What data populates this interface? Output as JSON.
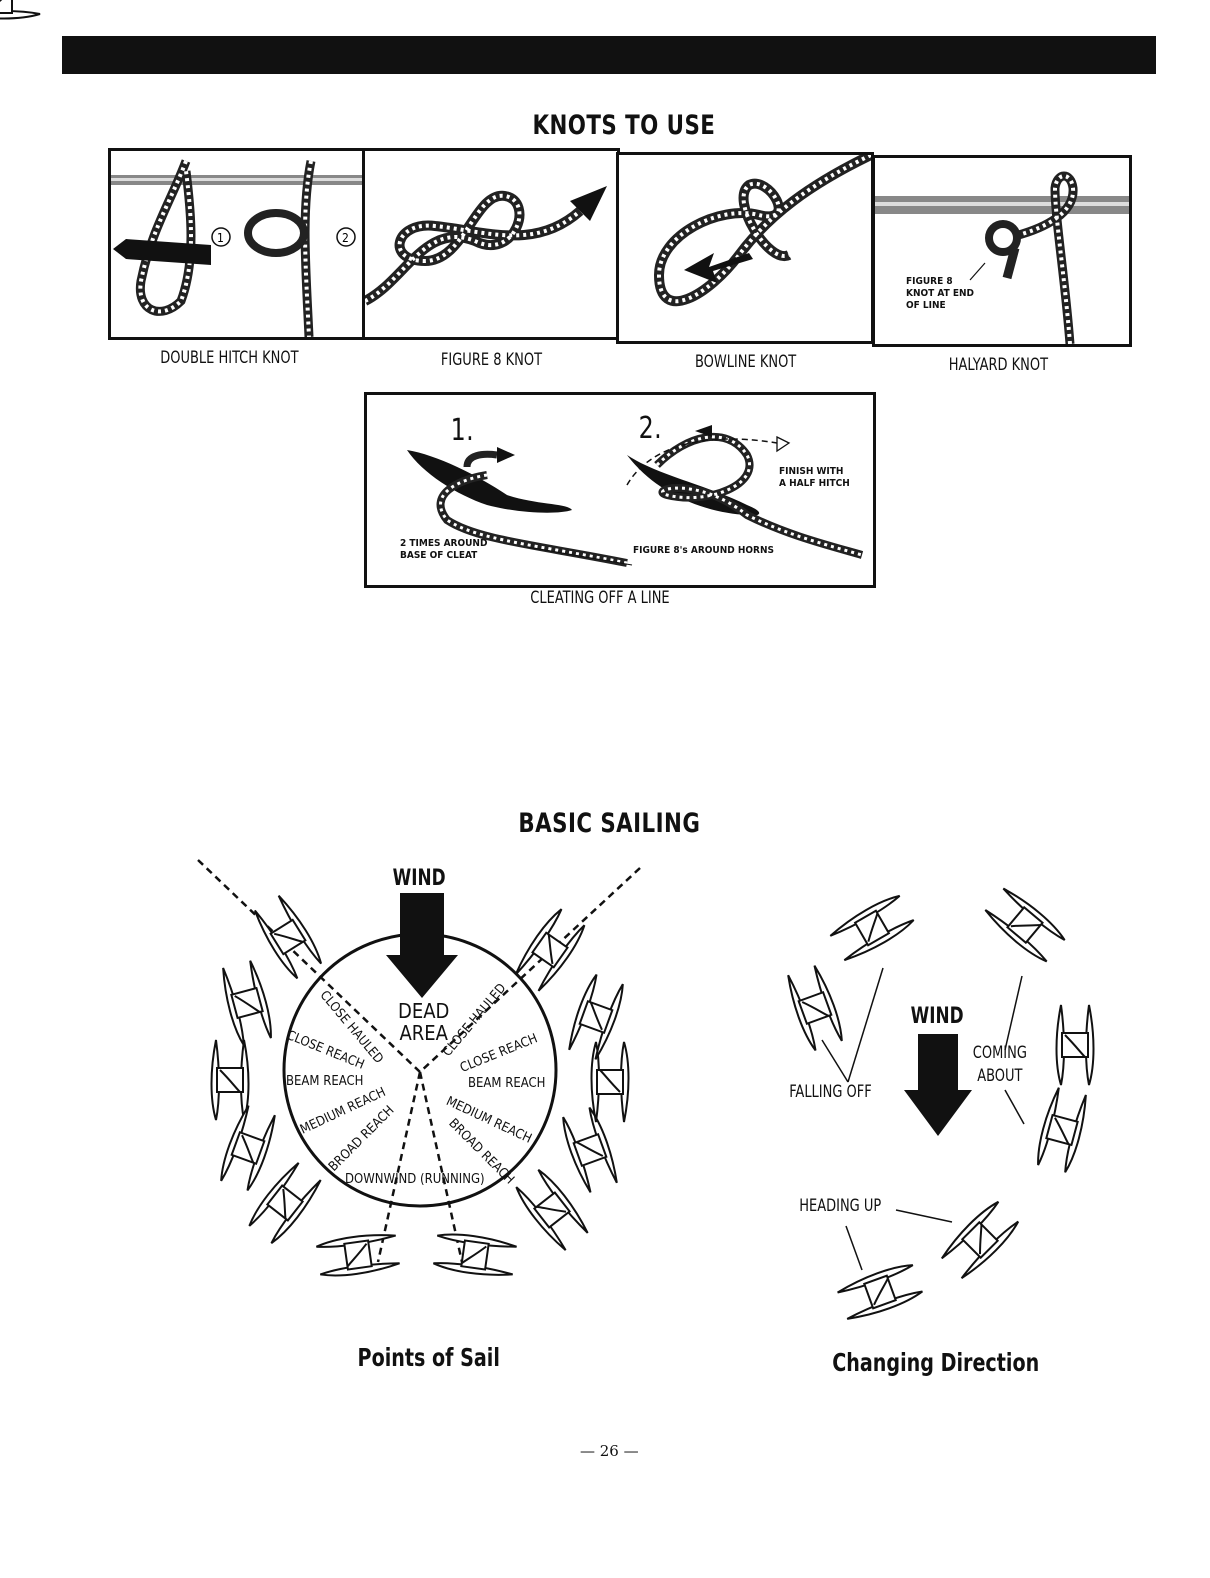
{
  "knots": {
    "title": "KNOTS TO USE",
    "panels": [
      {
        "caption": "DOUBLE HITCH KNOT",
        "step_marks": [
          "1",
          "2"
        ]
      },
      {
        "caption": "FIGURE 8 KNOT"
      },
      {
        "caption": "BOWLINE KNOT"
      },
      {
        "caption": "HALYARD KNOT",
        "callout": "FIGURE 8\nKNOT AT END\nOF LINE"
      }
    ],
    "cleat": {
      "caption": "CLEATING OFF A LINE",
      "step1": "1.",
      "step2": "2.",
      "note1": "2 TIMES AROUND\nBASE OF CLEAT",
      "note2": "FIGURE 8's AROUND HORNS",
      "note3": "FINISH WITH\nA HALF HITCH"
    }
  },
  "sailing": {
    "title": "BASIC SAILING",
    "points": {
      "caption": "Points of Sail",
      "wind": "WIND",
      "dead_area": "DEAD\nAREA",
      "labels": {
        "close_hauled_left": "CLOSE HAULED",
        "close_hauled_right": "CLOSE HAULED",
        "close_reach_left": "CLOSE REACH",
        "close_reach_right": "CLOSE REACH",
        "beam_reach_left": "BEAM REACH",
        "beam_reach_right": "BEAM REACH",
        "medium_reach_left": "MEDIUM REACH",
        "medium_reach_right": "MEDIUM REACH",
        "broad_reach_left": "BROAD REACH",
        "broad_reach_right": "BROAD REACH",
        "downwind": "DOWNWIND (RUNNING)"
      }
    },
    "changing": {
      "caption": "Changing Direction",
      "wind": "WIND",
      "falling_off": "FALLING OFF",
      "coming_about": "COMING\nABOUT",
      "heading_up": "HEADING UP"
    }
  },
  "footer": {
    "page_number": "— 26 —"
  }
}
